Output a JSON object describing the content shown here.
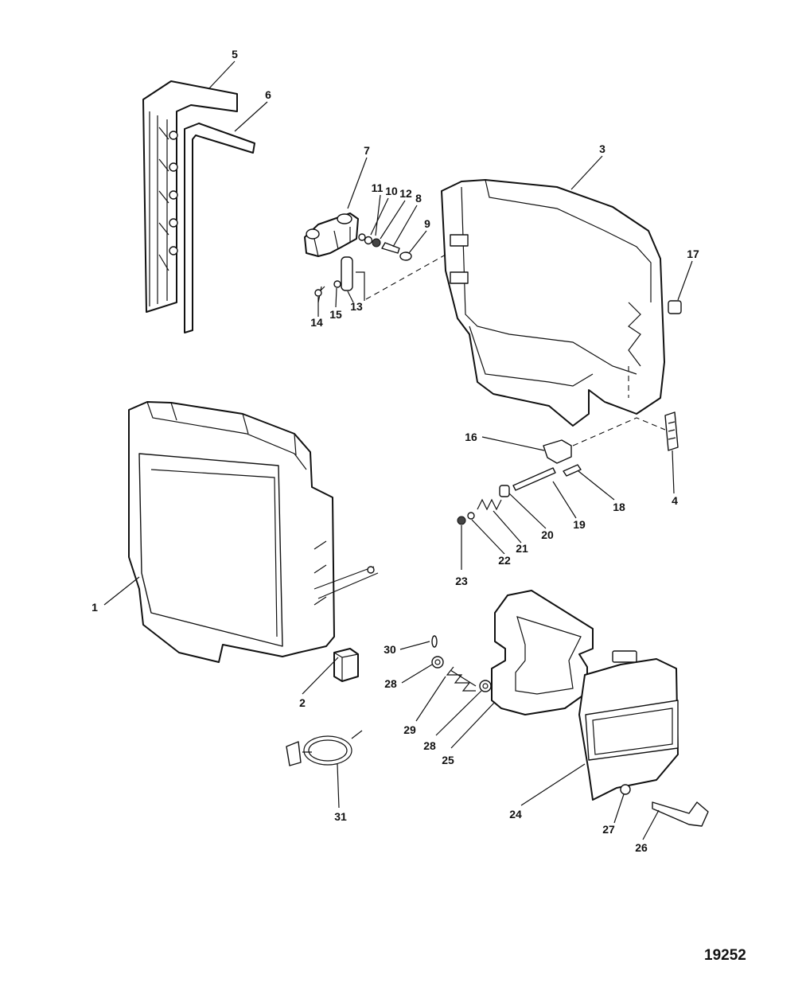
{
  "figure_number": "19252",
  "callouts": {
    "c1": "1",
    "c2": "2",
    "c3": "3",
    "c4": "4",
    "c5": "5",
    "c6": "6",
    "c7": "7",
    "c8": "8",
    "c9": "9",
    "c10": "10",
    "c11": "11",
    "c12": "12",
    "c13": "13",
    "c14": "14",
    "c15": "15",
    "c16": "16",
    "c17": "17",
    "c18": "18",
    "c19": "19",
    "c20": "20",
    "c21": "21",
    "c22": "22",
    "c23": "23",
    "c24": "24",
    "c25": "25",
    "c26": "26",
    "c27": "27",
    "c28a": "28",
    "c28b": "28",
    "c29": "29",
    "c30": "30",
    "c31": "31"
  }
}
